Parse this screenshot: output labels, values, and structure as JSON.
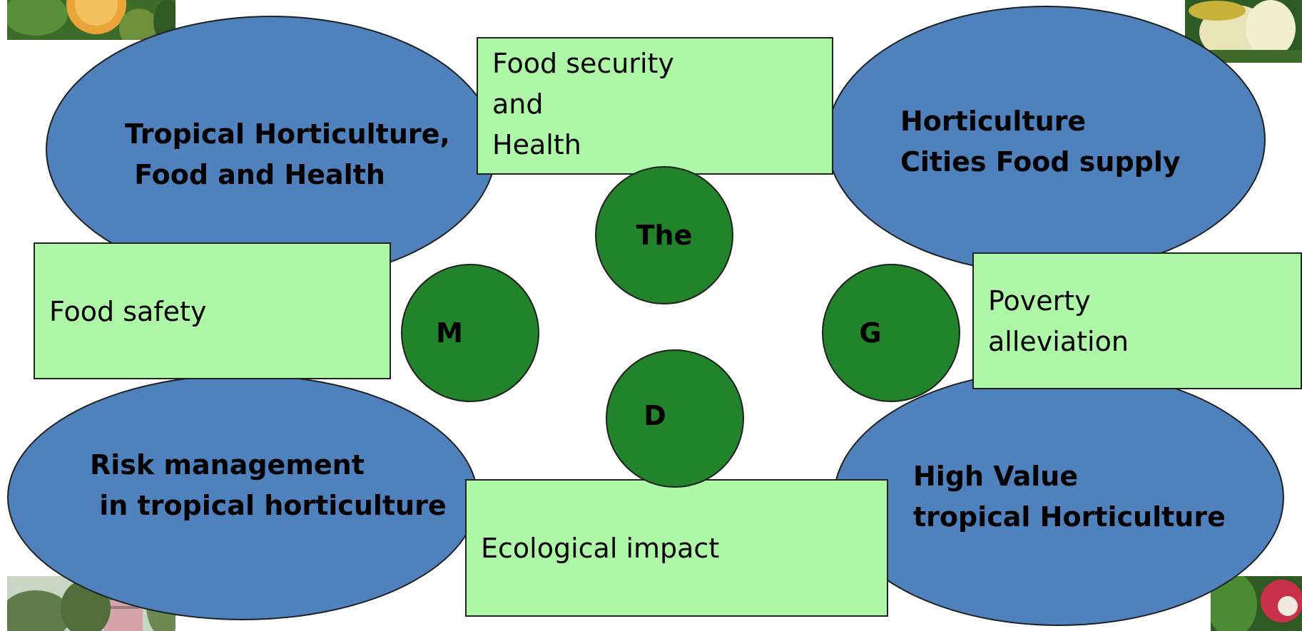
{
  "ellipses": {
    "top_left": "Tropical Horticulture,\n Food and Health",
    "top_right": "Horticulture\nCities Food supply",
    "bottom_left": "Risk management\n in tropical horticulture",
    "bottom_right": "High Value\ntropical Horticulture"
  },
  "boxes": {
    "food_security": "Food security\nand\nHealth",
    "food_safety": "Food safety",
    "poverty": "Poverty\nalleviation",
    "ecological": "Ecological impact"
  },
  "circles": {
    "top": "The",
    "left": "M",
    "right": "G",
    "bottom": "D"
  },
  "colors": {
    "ellipse": "#4f81bd",
    "box": "#adf7a6",
    "circle": "#21842a"
  },
  "photos": [
    "orange-fruit-photo",
    "banana-photo",
    "building-photo",
    "lychee-photo"
  ]
}
